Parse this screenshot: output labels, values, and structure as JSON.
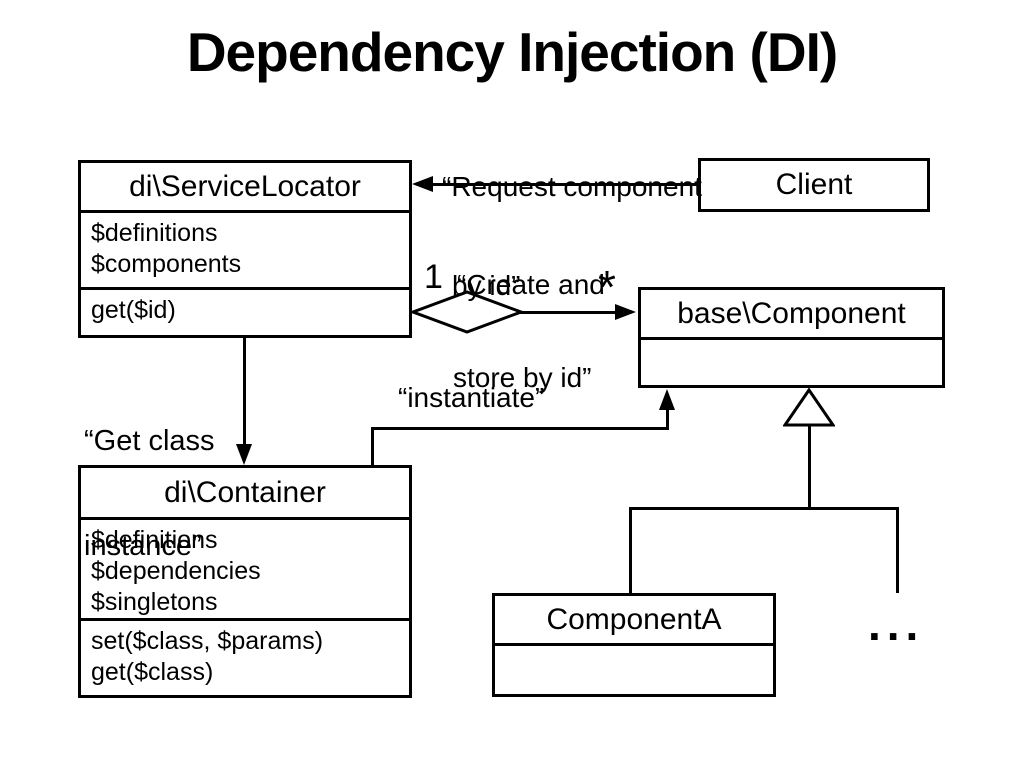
{
  "title": "Dependency Injection (DI)",
  "diagram": {
    "classes": {
      "service_locator": {
        "name": "di\\ServiceLocator",
        "attributes": [
          "$definitions",
          "$components"
        ],
        "methods": [
          "get($id)"
        ]
      },
      "client": {
        "name": "Client"
      },
      "base_component": {
        "name": "base\\Component"
      },
      "container": {
        "name": "di\\Container",
        "attributes": [
          "$definitions",
          "$dependencies",
          "$singletons"
        ],
        "methods": [
          "set($class, $params)",
          "get($class)"
        ]
      },
      "component_a": {
        "name": "ComponentA"
      }
    },
    "annotations": {
      "request_line1": "“Request component",
      "request_line2": "by id”",
      "create_line1": "“Create and",
      "create_line2": "store by id”",
      "get_class_line1": "“Get class",
      "get_class_line2": "instance”",
      "instantiate": "“instantiate”",
      "multiplicity_one": "1",
      "multiplicity_many": "*",
      "more_components": "..."
    },
    "colors": {
      "background": "#ffffff",
      "line": "#000000",
      "text": "#000000"
    }
  }
}
